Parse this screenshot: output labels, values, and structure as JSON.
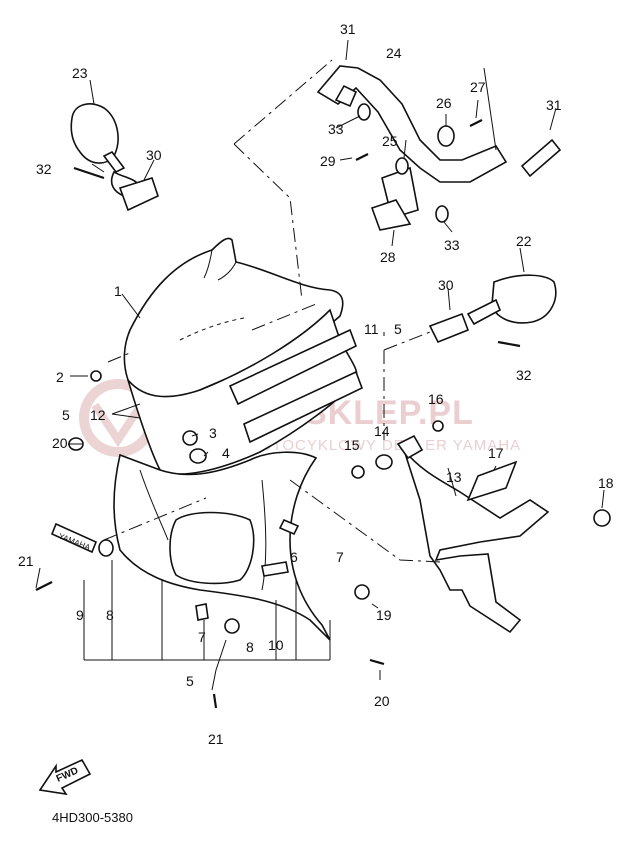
{
  "watermark": {
    "brand": "YAMASKLEP.PL",
    "tagline": "SKLEP MOTOCYKLOWY DEALER YAMAHA",
    "color": "#d9a7aa"
  },
  "diagram_code": "4HD300-5380",
  "fwd_label": "FWD",
  "brand_plate_text": "YAMAHA",
  "callouts": {
    "c1": "1",
    "c2": "2",
    "c3": "3",
    "c4": "4",
    "c5a": "5",
    "c5b": "5",
    "c5c": "5",
    "c6": "6",
    "c7a": "7",
    "c7b": "7",
    "c8a": "8",
    "c8b": "8",
    "c9": "9",
    "c10": "10",
    "c11": "11",
    "c12": "12",
    "c13": "13",
    "c14": "14",
    "c15": "15",
    "c16": "16",
    "c17": "17",
    "c18": "18",
    "c19": "19",
    "c20a": "20",
    "c20b": "20",
    "c21a": "21",
    "c21b": "21",
    "c22": "22",
    "c23": "23",
    "c24": "24",
    "c25": "25",
    "c26": "26",
    "c27": "27",
    "c28": "28",
    "c29": "29",
    "c30a": "30",
    "c30b": "30",
    "c31a": "31",
    "c31b": "31",
    "c32a": "32",
    "c32b": "32",
    "c33a": "33",
    "c33b": "33"
  }
}
